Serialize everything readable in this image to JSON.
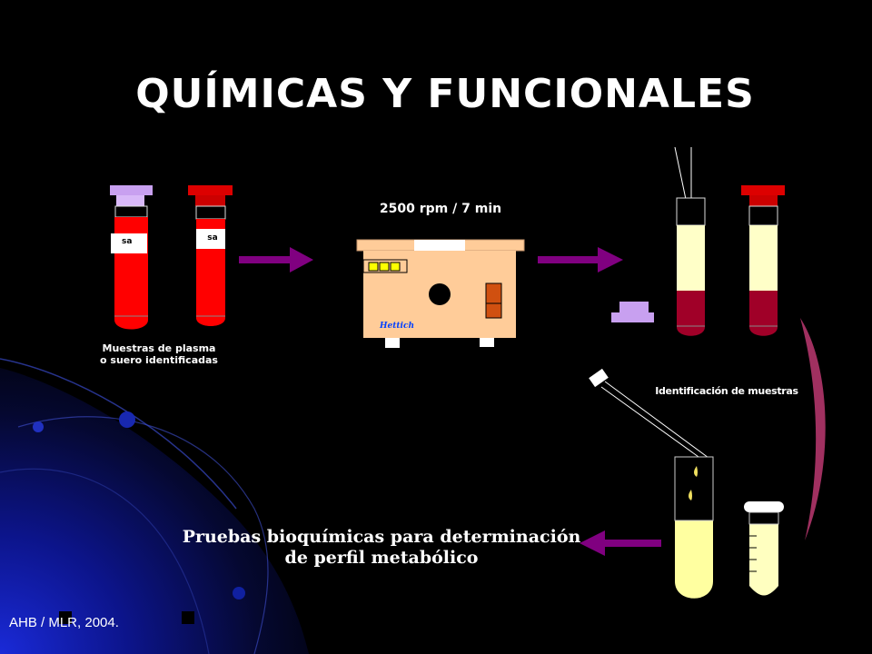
{
  "slide": {
    "title": "QUÍMICAS Y FUNCIONALES",
    "speed_label": "2500 rpm / 7 min",
    "samples_label": "Muestras de plasma o suero identificadas",
    "ident_label": "Identificación de muestras",
    "biochem_label": "Pruebas bioquímicas para determinación de perfil metabólico",
    "credit": "AHB / MLR, 2004.",
    "tube_labels": [
      "sa",
      "sa"
    ],
    "centrifuge_brand": "Hettich"
  },
  "colors": {
    "blood": "#ff0000",
    "dark_blood": "#a00028",
    "plasma": "#ffffc8",
    "cap_purple": "#c8a0f0",
    "cap_red": "#dd0000",
    "centrifuge": "#ffcc99",
    "arrow": "#800080",
    "return_arrow": "#a03060"
  }
}
